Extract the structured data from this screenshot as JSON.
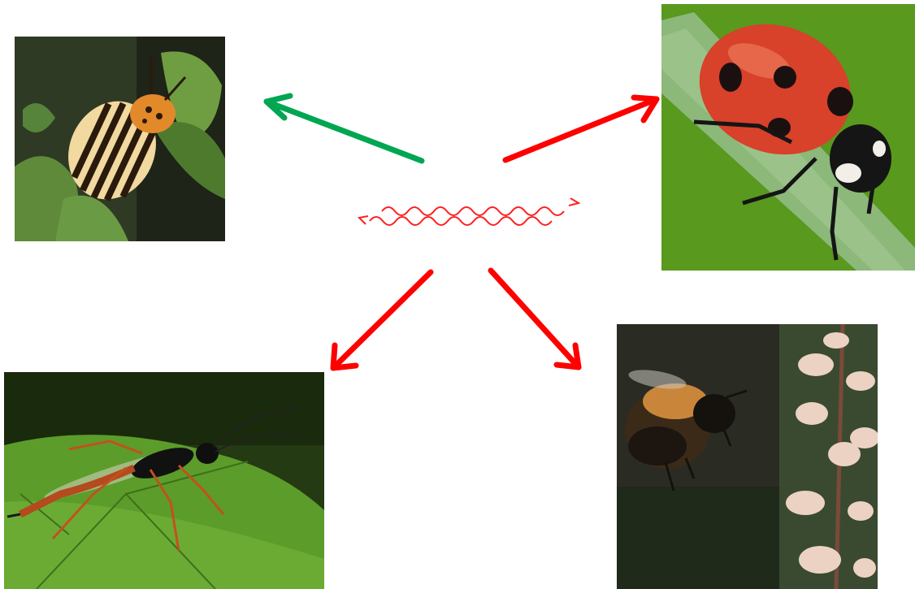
{
  "diagram": {
    "center_symbol": "wavy-signal-lines",
    "nodes": [
      {
        "id": "colorado-beetle",
        "kind": "photo",
        "subject": "colorado-potato-beetle"
      },
      {
        "id": "ladybird",
        "kind": "photo",
        "subject": "seven-spot-ladybird"
      },
      {
        "id": "parasitic-wasp",
        "kind": "photo",
        "subject": "ichneumon-wasp"
      },
      {
        "id": "bumblebee",
        "kind": "photo",
        "subject": "bumblebee"
      }
    ],
    "edges": [
      {
        "from": "center",
        "to": "colorado-beetle",
        "color": "#00a651"
      },
      {
        "from": "center",
        "to": "ladybird",
        "color": "#ff0000"
      },
      {
        "from": "center",
        "to": "parasitic-wasp",
        "color": "#ff0000"
      },
      {
        "from": "center",
        "to": "bumblebee",
        "color": "#ff0000"
      }
    ],
    "signal_color": "#ff2020"
  }
}
